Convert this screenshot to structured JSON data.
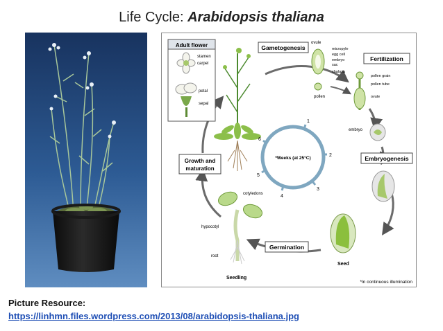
{
  "slide": {
    "title_prefix": "Life Cycle: ",
    "title_species": "Arabidopsis thaliana",
    "resource_label": "Picture Resource:",
    "resource_url": "https://linhmn.files.wordpress.com/2013/08/arabidopsis-thaliana.jpg"
  },
  "diagram": {
    "stages": {
      "gametogenesis": "Gametogenesis",
      "fertilization": "Fertilization",
      "embryogenesis": "Embryogenesis",
      "germination": "Germination",
      "growth_line1": "Growth and",
      "growth_line2": "maturation"
    },
    "adult_flower": {
      "title": "Adult flower",
      "stamen": "stamen",
      "carpel": "carpel",
      "petal": "petal",
      "sepal": "sepal"
    },
    "ovule_parts": {
      "ovule": "ovule",
      "micropyle": "micropyle",
      "egg_cell": "egg cell",
      "embryo": "embryo",
      "sac": "sac",
      "chalaza": "chalaza",
      "pollen": "pollen"
    },
    "fertilization_parts": {
      "pollen_grain": "pollen grain",
      "pollen_tube": "pollen tube",
      "ovule": "ovule"
    },
    "embryo_label": "embryo",
    "seed_label": "Seed",
    "seedling_parts": {
      "cotyledons": "cotyledons",
      "hypocotyl": "hypocotyl",
      "root": "root",
      "seedling": "Seedling"
    },
    "clock": {
      "label": "*Weeks (at 25°C)",
      "ticks": [
        "1",
        "2",
        "3",
        "4",
        "5",
        "6"
      ]
    },
    "footnote": "*In continuous illumination"
  }
}
